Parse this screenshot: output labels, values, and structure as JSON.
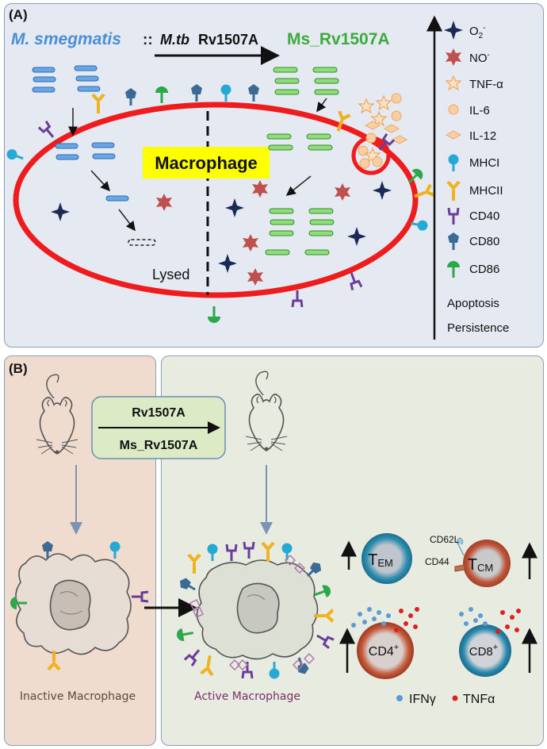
{
  "panelA": {
    "label": "(A)",
    "header": {
      "organism": "M. smegmatis",
      "separator": "::",
      "construct_species": "M.tb",
      "construct_gene": "Rv1507A",
      "result": "Ms_Rv1507A"
    },
    "macrophage_label": "Macrophage",
    "lysed_label": "Lysed",
    "legend": [
      {
        "symbol": "O2-",
        "label": "O",
        "sub": "2",
        "sup": "-",
        "icon": "dark-star-icon"
      },
      {
        "symbol": "NO-",
        "label": "NO",
        "sup": "-",
        "icon": "red-star-icon"
      },
      {
        "label": "TNF-α",
        "icon": "orange-star-icon"
      },
      {
        "label": "IL-6",
        "icon": "circle-icon"
      },
      {
        "label": "IL-12",
        "icon": "rhombus-icon"
      },
      {
        "label": "MHCI",
        "icon": "mhc1-icon"
      },
      {
        "label": "MHCII",
        "icon": "mhc2-icon"
      },
      {
        "label": "CD40",
        "icon": "cd40-icon"
      },
      {
        "label": "CD80",
        "icon": "cd80-icon"
      },
      {
        "label": "CD86",
        "icon": "cd86-icon"
      }
    ],
    "outcomes": [
      "Apoptosis",
      "Persistence"
    ]
  },
  "panelB": {
    "label": "(B)",
    "treatment_top": "Rv1507A",
    "treatment_bottom": "Ms_Rv1507A",
    "inactive_label": "Inactive Macrophage",
    "active_label": "Active Macrophage",
    "cells": {
      "tem": {
        "main": "T",
        "sub": "EM"
      },
      "tcm": {
        "main": "T",
        "sub": "CM"
      },
      "cd4": {
        "main": "CD4",
        "sup": "+"
      },
      "cd8": {
        "main": "CD8",
        "sup": "+"
      },
      "cd62l": "CD62L",
      "cd44": "CD44"
    },
    "legend": {
      "ifn": "IFNγ",
      "tnf": "TNFα"
    }
  },
  "colors": {
    "membrane": "#ee1c1c",
    "ms_bacteria": "#4a8fd6",
    "ms_rv_bacteria": "#5cc24a",
    "o2_star": "#1a2a57",
    "no_star": "#c0504d",
    "tnf_star": "#f6b26b",
    "mhc1": "#27a9d6",
    "mhc2": "#f0b21e",
    "cd40": "#6a3d9a",
    "cd80": "#3b6a95",
    "cd86": "#2aa84a",
    "macrophage_box": "#ffff00"
  }
}
